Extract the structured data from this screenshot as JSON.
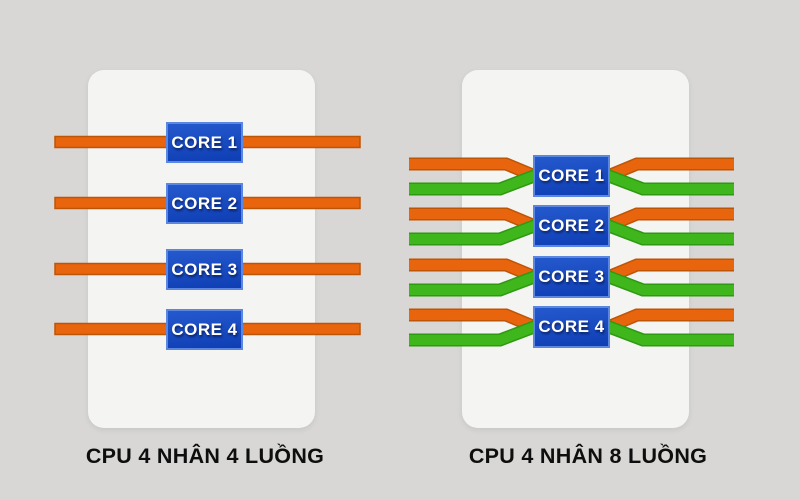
{
  "colors": {
    "background": "#d8d7d5",
    "card": "#f4f4f3",
    "thread_orange": "#e8650e",
    "thread_orange_dark": "#bd5507",
    "thread_green": "#3fb61c",
    "thread_green_dark": "#2e9a11",
    "core_blue_light": "#2459cd",
    "core_blue_dark": "#0f3eb4",
    "core_border": "#5b87e0",
    "caption": "#0e0e0e"
  },
  "left_panel": {
    "caption": "CPU 4 NHÂN 4 LUỒNG",
    "cores": [
      "CORE 1",
      "CORE 2",
      "CORE 3",
      "CORE 4"
    ],
    "threads_per_core": 1,
    "thread_colors": [
      "orange"
    ]
  },
  "right_panel": {
    "caption": "CPU 4 NHÂN 8 LUỒNG",
    "cores": [
      "CORE 1",
      "CORE 2",
      "CORE 3",
      "CORE 4"
    ],
    "threads_per_core": 2,
    "thread_colors": [
      "orange",
      "green"
    ]
  }
}
